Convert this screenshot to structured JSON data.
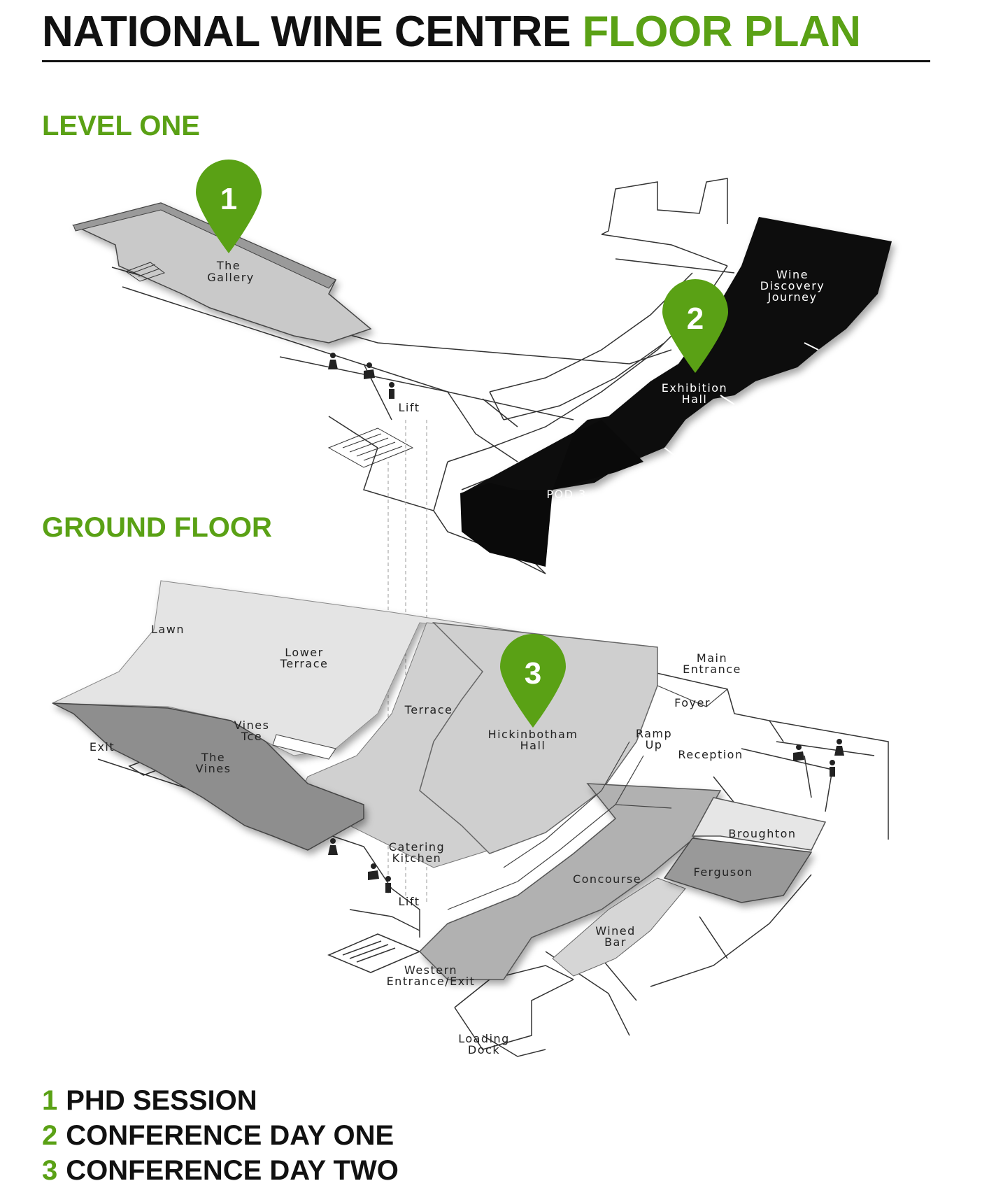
{
  "header": {
    "title_main": "NATIONAL WINE CENTRE",
    "title_accent": "FLOOR PLAN"
  },
  "levels": {
    "level_one": "LEVEL ONE",
    "ground_floor": "GROUND FLOOR"
  },
  "rooms": {
    "gallery": [
      "The",
      "Gallery"
    ],
    "wine_discovery": [
      "Wine",
      "Discovery",
      "Journey"
    ],
    "exhibition_hall": [
      "Exhibition",
      "Hall"
    ],
    "pod3": [
      "POD 3"
    ],
    "lift_upper": [
      "Lift"
    ],
    "lawn": [
      "Lawn"
    ],
    "lower_terrace": [
      "Lower",
      "Terrace"
    ],
    "terrace": [
      "Terrace"
    ],
    "hickinbotham": [
      "Hickinbotham",
      "Hall"
    ],
    "main_entrance": [
      "Main",
      "Entrance"
    ],
    "foyer": [
      "Foyer"
    ],
    "ramp_up": [
      "Ramp",
      "Up"
    ],
    "reception": [
      "Reception"
    ],
    "exit": [
      "Exit"
    ],
    "vines_tce": [
      "Vines",
      "Tce"
    ],
    "the_vines": [
      "The",
      "Vines"
    ],
    "catering": [
      "Catering",
      "Kitchen"
    ],
    "lift_ground": [
      "Lift"
    ],
    "broughton": [
      "Broughton"
    ],
    "ferguson": [
      "Ferguson"
    ],
    "concourse": [
      "Concourse"
    ],
    "wined_bar": [
      "Wined",
      "Bar"
    ],
    "western": [
      "Western",
      "Entrance/Exit"
    ],
    "loading": [
      "Loading",
      "Dock"
    ]
  },
  "markers": {
    "m1": "1",
    "m2": "2",
    "m3": "3"
  },
  "legend": [
    {
      "num": "1",
      "label": "PHD SESSION"
    },
    {
      "num": "2",
      "label": "CONFERENCE DAY ONE"
    },
    {
      "num": "3",
      "label": "CONFERENCE DAY TWO"
    }
  ],
  "colors": {
    "accent": "#5aa115",
    "highlight_area": "#000000"
  },
  "icons": [
    "female-toilet-icon",
    "accessible-toilet-icon",
    "male-toilet-icon"
  ]
}
